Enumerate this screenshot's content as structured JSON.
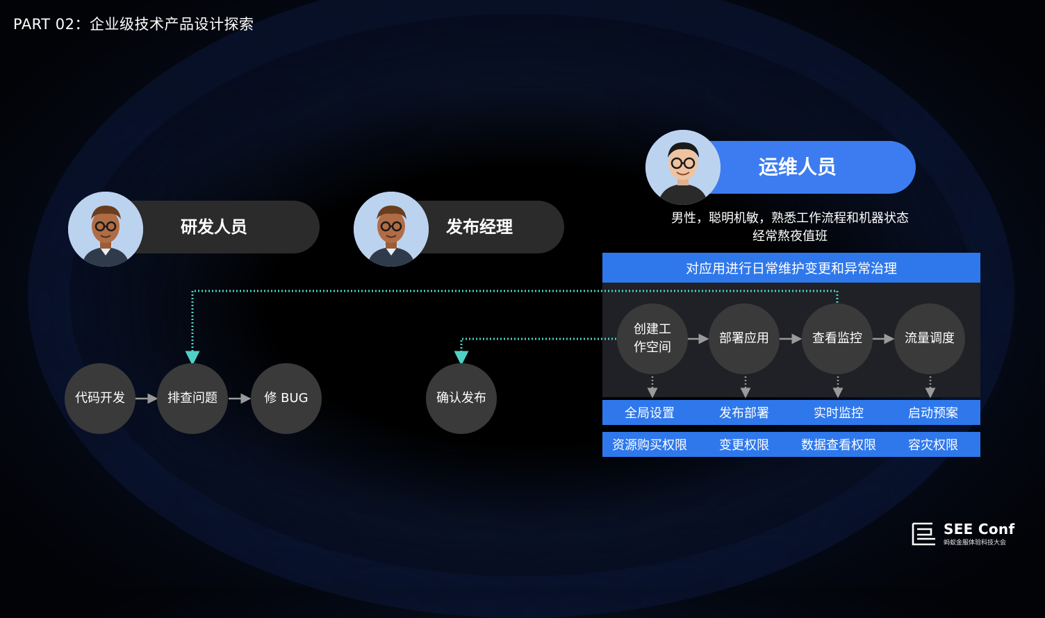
{
  "title": "PART 02：企业级技术产品设计探索",
  "roles": {
    "dev": "研发人员",
    "release": "发布经理",
    "ops": "运维人员"
  },
  "ops_desc": {
    "line1": "男性，聪明机敏，熟悉工作流程和机器状态",
    "line2": "经常熬夜值班"
  },
  "ops_header": "对应用进行日常维护变更和异常治理",
  "dev_flow": [
    "代码开发",
    "排查问题",
    "修 BUG"
  ],
  "release_flow": [
    "确认发布"
  ],
  "ops_flow": [
    "创建工作空间",
    "部署应用",
    "查看监控",
    "流量调度"
  ],
  "ops_row1": [
    "全局设置",
    "发布部署",
    "实时监控",
    "启动预案"
  ],
  "ops_row2": [
    "资源购买权限",
    "变更权限",
    "数据查看权限",
    "容灾权限"
  ],
  "logo": {
    "main": "SEE Conf",
    "sub": "蚂蚁金服体验科技大会"
  },
  "colors": {
    "accent_blue": "#2f78ec",
    "pill_blue": "#3d7cf0",
    "dotted_line": "#4fd1c5",
    "circle_gray": "#3a3a3a"
  },
  "icons": [
    "avatar-person",
    "arrow-right",
    "dotted-arrow-down",
    "see-conf-logo"
  ]
}
